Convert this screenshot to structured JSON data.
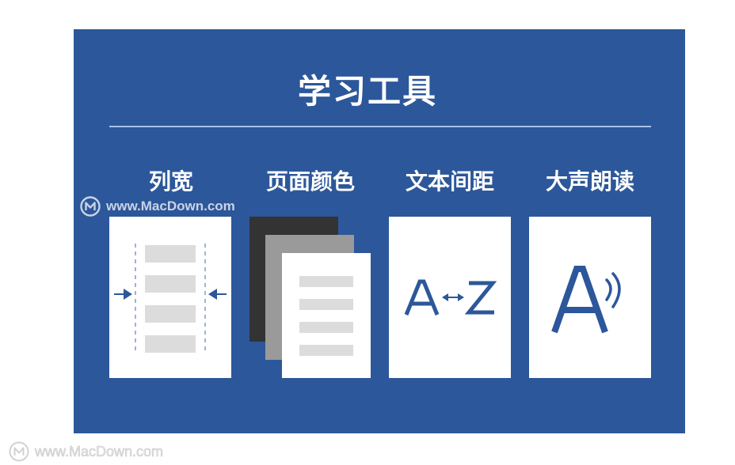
{
  "header": {
    "title": "学习工具"
  },
  "tools": [
    {
      "label": "列宽",
      "icon": "column-width-icon"
    },
    {
      "label": "页面颜色",
      "icon": "page-color-icon"
    },
    {
      "label": "文本间距",
      "icon": "text-spacing-icon",
      "glyph_left": "A",
      "glyph_right": "Z"
    },
    {
      "label": "大声朗读",
      "icon": "read-aloud-icon",
      "glyph": "A"
    }
  ],
  "watermark": {
    "top_text": "www.MacDown.com",
    "bottom_text": "www.MacDown.com"
  },
  "colors": {
    "panel_bg": "#2c579a",
    "divider": "#a9c2ea",
    "card_bg": "#ffffff",
    "line_gray": "#dcdcdc",
    "page_dark": "#333333",
    "page_mid": "#9a9a9a",
    "accent_blue": "#2c579a"
  }
}
